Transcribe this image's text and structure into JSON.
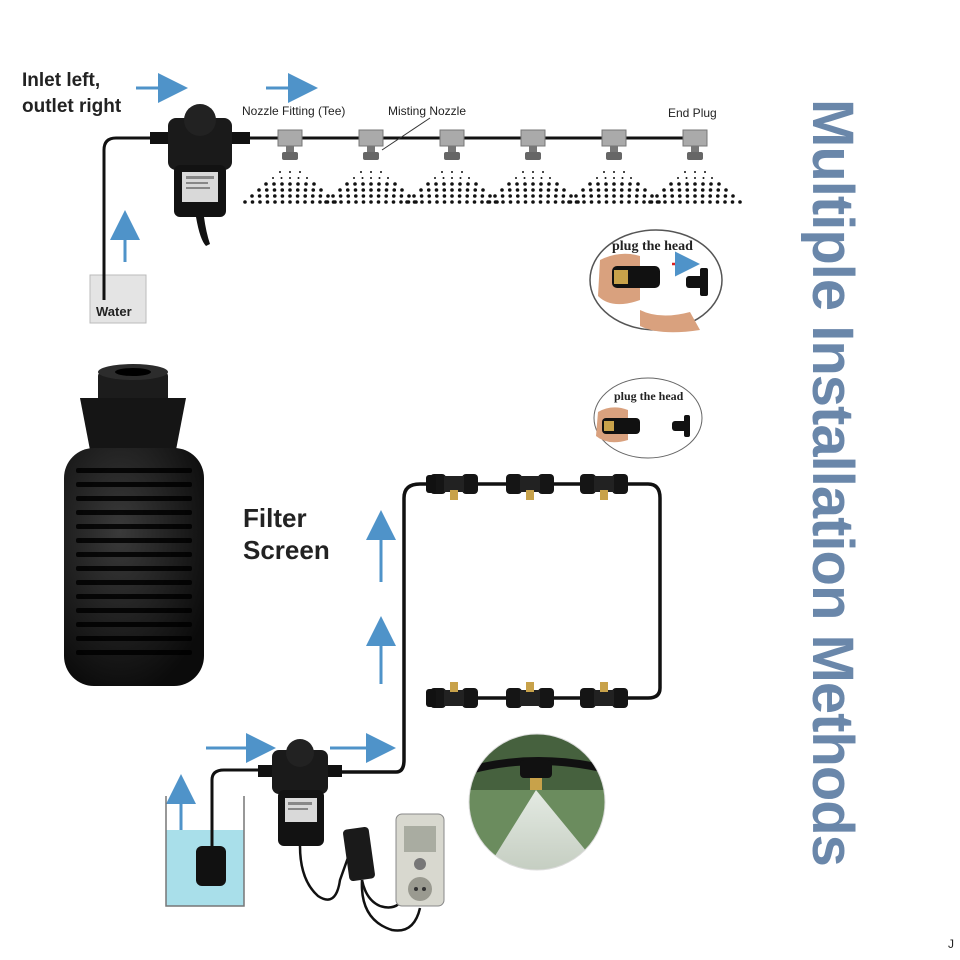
{
  "top_diagram": {
    "inlet_label_line1": "Inlet left,",
    "inlet_label_line2": "outlet right",
    "tee_label": "Nozzle Fitting (Tee)",
    "nozzle_label": "Misting Nozzle",
    "end_plug_label": "End Plug",
    "water_label": "Water",
    "nozzle_count": 6
  },
  "callouts": {
    "plug_head_1": "plug the head",
    "plug_head_2": "plug the head"
  },
  "filter": {
    "label_line1": "Filter",
    "label_line2": "Screen"
  },
  "side_title": "Multiple Installation Methods",
  "colors": {
    "title": "#6a87aa",
    "arrow": "#4f93c9",
    "water": "#a9dfea",
    "pipe": "#111111",
    "brass": "#c8a24a"
  },
  "icons": [
    "pump-icon",
    "filter-icon",
    "nozzle-icon",
    "power-adapter-icon",
    "controller-icon",
    "plug-icon"
  ]
}
